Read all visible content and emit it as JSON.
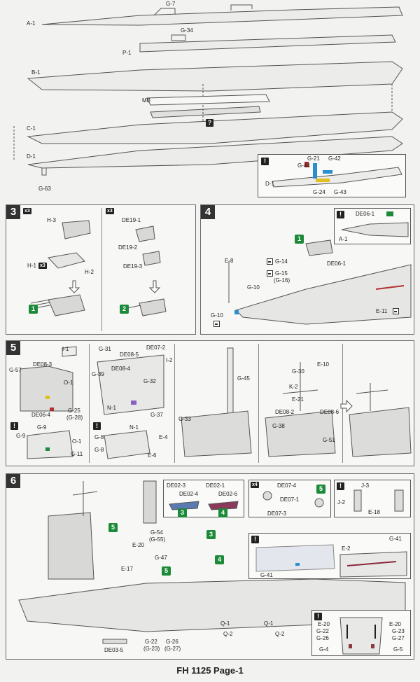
{
  "parts_top": {
    "a1": "A-1",
    "g7": "G-7",
    "g34": "G-34",
    "p1": "P-1",
    "b1": "B-1",
    "mb": "MB",
    "c1": "C-1",
    "q_mark": "?",
    "d1": "D-1",
    "g63": "G-63"
  },
  "detail_top": {
    "warn": "!",
    "g21": "G-21",
    "g42": "G-42",
    "g44": "G-44",
    "d1": "D-1",
    "g24": "G-24",
    "g43": "G-43"
  },
  "step3": {
    "num": "3",
    "qty": "x3",
    "h3": "H-3",
    "h1": "H-1",
    "h1qty": "x3",
    "h2": "H-2",
    "result": "1",
    "qty2": "x3",
    "de19_1": "DE19-1",
    "de19_2": "DE19-2",
    "de19_3": "DE19-3",
    "result2": "2"
  },
  "step4": {
    "num": "4",
    "warn": "!",
    "de06_1": "DE06-1",
    "a1": "A-1",
    "t1": "1",
    "e8": "E-8",
    "g14": "G-14",
    "de06_1b": "DE06-1",
    "g15": "G-15",
    "g16": "(G-16)",
    "g10": "G-10",
    "g10b": "G-10",
    "e11": "E-11"
  },
  "step5": {
    "num": "5",
    "i1": "I-1",
    "g57": "G-57",
    "de08_3": "DE08-3",
    "o1": "O-1",
    "de06_4": "DE06-4",
    "g25": "G-25",
    "g28": "(G-28)",
    "warn1": "!",
    "g9a": "G-9",
    "g9b": "G-9",
    "o1b": "O-1",
    "g11": "G-11",
    "g31": "G-31",
    "de08_5": "DE08-5",
    "de07_2": "DE07-2",
    "i2": "I-2",
    "de08_4": "DE08-4",
    "g39": "G-39",
    "g32": "G-32",
    "n1": "N-1",
    "g37": "G-37",
    "warn2": "!",
    "n1b": "N-1",
    "g8a": "G-8",
    "e4": "E-4",
    "g8b": "G-8",
    "e6": "E-6",
    "g45": "G-45",
    "g33": "G-33",
    "g30": "G-30",
    "e10": "E-10",
    "k2": "K-2",
    "e21": "E-21",
    "de08_2": "DE08-2",
    "de08_6": "DE08-6",
    "g38": "G-38",
    "g51": "G-51"
  },
  "step6": {
    "num": "6",
    "de02_3": "DE02-3",
    "de02_4": "DE02-4",
    "t3": "3",
    "de02_1": "DE02-1",
    "de02_6": "DE02-6",
    "t4": "4",
    "x4": "x4",
    "de07_4": "DE07-4",
    "de07_1": "DE07-1",
    "t5": "5",
    "de07_3": "DE07-3",
    "warn1": "!",
    "j3": "J-3",
    "j2": "J-2",
    "e18": "E-18",
    "warn2": "!",
    "e2": "E-2",
    "g41a": "G-41",
    "g41b": "G-41",
    "t5b": "5",
    "g54": "G-54",
    "g55": "(G-55)",
    "e20": "E-20",
    "t3b": "3",
    "e17": "E-17",
    "g47": "G-47",
    "t5c": "5",
    "t4b": "4",
    "q1a": "Q-1",
    "q2a": "Q-2",
    "q1b": "Q-1",
    "q2b": "Q-2",
    "g22": "G-22",
    "g23": "(G-23)",
    "g26": "G-26",
    "g27": "(G-27)",
    "de03_5": "DE03-5",
    "warn3": "!",
    "e20a": "E-20",
    "e20b": "E-20",
    "g22b": "G-22",
    "g23b": "G-23",
    "g26b": "G-26",
    "g27b": "G-27",
    "g4": "G-4",
    "g5": "G-5"
  },
  "footer": "FH 1125  Page-1",
  "colors": {
    "green": "#1d8a3a",
    "dark": "#222222",
    "accent_blue": "#2a8fd0",
    "accent_red": "#b03030",
    "accent_yellow": "#e0c020"
  }
}
